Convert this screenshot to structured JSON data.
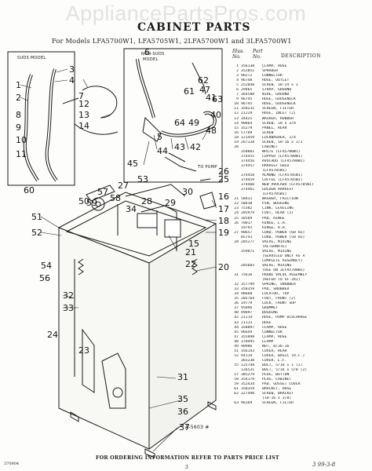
{
  "watermark": "AppliancePartsPros.com",
  "title": "CABINET PARTS",
  "subtitle": "For Models LFA5700W1, LFA5705W1, 2LFA5700W1 and 3LFA5700W1",
  "columns": {
    "illus_no": "Illus.\nNo.",
    "part_no": "Part\nNo.",
    "description": "DESCRIPTION"
  },
  "diagram_labels": {
    "suds_model": "SUDS MODEL",
    "non_suds_model": "NON-SUDS\nMODEL",
    "to_pump": "TO PUMP",
    "figure_code": "A-5603 #",
    "callouts": [
      "1",
      "2",
      "3",
      "4",
      "5",
      "6",
      "7",
      "8",
      "9",
      "10",
      "11",
      "12",
      "13",
      "14",
      "15",
      "16",
      "17",
      "18",
      "19",
      "20",
      "21",
      "22",
      "23",
      "24",
      "25",
      "26",
      "27",
      "28",
      "29",
      "30",
      "31",
      "32",
      "33",
      "34",
      "35",
      "36",
      "37",
      "40",
      "41",
      "42",
      "43",
      "44",
      "45",
      "47",
      "48",
      "49",
      "50",
      "51",
      "52",
      "53",
      "54",
      "56",
      "57",
      "58",
      "59",
      "60",
      "61",
      "62",
      "63",
      "64"
    ]
  },
  "parts": [
    {
      "ref": "1",
      "part": "356138",
      "desc": "CLAMP, HOSE"
    },
    {
      "ref": "2",
      "part": "352851",
      "desc": "SPRADER"
    },
    {
      "ref": "3",
      "part": "96272",
      "desc": "CONNECTOR"
    },
    {
      "ref": "4",
      "part": "96748",
      "desc": "HOSE, OUTLET"
    },
    {
      "ref": "5",
      "part": "252848",
      "desc": "SCREW, 10-24 x 1"
    },
    {
      "ref": "6",
      "part": "29465",
      "desc": "STRAP, GROUND"
    },
    {
      "ref": "7",
      "part": "364588",
      "desc": "WIRE, GROUND"
    },
    {
      "ref": "9",
      "part": "96745",
      "desc": "HOSE, GOOSENECK"
    },
    {
      "ref": "10",
      "part": "96745",
      "desc": "HOSE, GOOSENECK"
    },
    {
      "ref": "11",
      "part": "358231",
      "desc": "SCREEN, FILTER"
    },
    {
      "ref": "12",
      "part": "21229",
      "desc": "HOSE, INLET (2)"
    },
    {
      "ref": "13",
      "part": "34425",
      "desc": "WASHER, RUBBER"
    },
    {
      "ref": "14",
      "part": "90864",
      "desc": "SCREW, 10 x 3/8"
    },
    {
      "ref": "15",
      "part": "35279",
      "desc": "PANEL, REAR"
    },
    {
      "ref": "16",
      "part": "57709",
      "desc": "SCREW"
    },
    {
      "ref": "18",
      "part": "121459",
      "desc": "LOCKWASHER, 1/4"
    },
    {
      "ref": "19",
      "part": "267128",
      "desc": "SCREW, 10-16 x 1/2"
    },
    {
      "ref": "20",
      "part": "",
      "desc": "CABINET"
    },
    {
      "ref": "",
      "part": "358861",
      "desc": "WHITE (LFA5700W1)"
    },
    {
      "ref": "",
      "part": "374455",
      "desc": "COPPER (LFA5700W1)"
    },
    {
      "ref": "",
      "part": "374456",
      "desc": "AVOCADO (LFA5700W1)"
    },
    {
      "ref": "",
      "part": "374457",
      "desc": "HARVEST GOLD"
    },
    {
      "ref": "",
      "part": "",
      "desc": "(LFA5705W1)"
    },
    {
      "ref": "",
      "part": "374458",
      "desc": "ALMOND (LFA5705W1)"
    },
    {
      "ref": "",
      "part": "374459",
      "desc": "COFFEE (LFA5705W1)"
    },
    {
      "ref": "",
      "part": "374460",
      "desc": "NEW AVOCADO (LFA5705W1)"
    },
    {
      "ref": "",
      "part": "374461",
      "desc": "GOLDEN HARVEST"
    },
    {
      "ref": "",
      "part": "",
      "desc": "(LFA5705W1)"
    },
    {
      "ref": "21",
      "part": "58431",
      "desc": "WASHER, FRICTION"
    },
    {
      "ref": "22",
      "part": "58430",
      "desc": "PIN, BUSHING"
    },
    {
      "ref": "23",
      "part": "75382",
      "desc": "LINK, LEVELING"
    },
    {
      "ref": "24",
      "part": "285979",
      "desc": "FOOT, REAR (2)"
    },
    {
      "ref": "25",
      "part": "18569",
      "desc": "PAD, HINGE"
    },
    {
      "ref": "26",
      "part": "70817",
      "desc": "HINGE, L.H."
    },
    {
      "ref": "",
      "part": "19791",
      "desc": "HINGE, R.H."
    },
    {
      "ref": "27",
      "part": "90657",
      "desc": "CORD, POWER (60 HZ)"
    },
    {
      "ref": "",
      "part": "85743",
      "desc": "CORD, POWER (50 HZ)"
    },
    {
      "ref": "28",
      "part": "285277",
      "desc": "VALVE, MIXING"
    },
    {
      "ref": "",
      "part": "",
      "desc": "(ALTERNATE)"
    },
    {
      "ref": "",
      "part": "359071",
      "desc": "VALVE, MIXING"
    },
    {
      "ref": "",
      "part": "",
      "desc": "(SERVICED ONLY AS A"
    },
    {
      "ref": "",
      "part": "",
      "desc": "COMPLETE ASSEMBLY)"
    },
    {
      "ref": "",
      "part": "285603",
      "desc": "VALVE, MIXING"
    },
    {
      "ref": "",
      "part": "",
      "desc": "(USE ON 3LFA5700W1)"
    },
    {
      "ref": "31",
      "part": "75616",
      "desc": "PROBE VALVE ASSEMBLY"
    },
    {
      "ref": "",
      "part": "",
      "desc": "(REFER TO SF-342)"
    },
    {
      "ref": "32",
      "part": "357799",
      "desc": "SPRING, SNUBBER"
    },
    {
      "ref": "33",
      "part": "358359",
      "desc": "PAD, SNUBBER"
    },
    {
      "ref": "34",
      "part": "98668",
      "desc": "LOCATOR, TOP"
    },
    {
      "ref": "35",
      "part": "285764",
      "desc": "FOOT, FRONT (2)"
    },
    {
      "ref": "36",
      "part": "19779",
      "desc": "LOCK, FRONT SOP"
    },
    {
      "ref": "37",
      "part": "95096",
      "desc": "GROMMET"
    },
    {
      "ref": "40",
      "part": "99097",
      "desc": "BUSHING"
    },
    {
      "ref": "42",
      "part": "21114",
      "desc": "HOSE, PUMP DISCHARGE"
    },
    {
      "ref": "43",
      "part": "21113",
      "desc": "HOSE"
    },
    {
      "ref": "44",
      "part": "358097",
      "desc": "CLAMP, HOSE"
    },
    {
      "ref": "45",
      "part": "96649",
      "desc": "CONNECTOR"
    },
    {
      "ref": "47",
      "part": "355098",
      "desc": "CLAMP, HOSE"
    },
    {
      "ref": "48",
      "part": "370495",
      "desc": "CLAMP"
    },
    {
      "ref": "49",
      "part": "90906",
      "desc": "NUT, 8/36-16"
    },
    {
      "ref": "51",
      "part": "356143",
      "desc": "COVER, REAR"
    },
    {
      "ref": "52",
      "part": "94114",
      "desc": "COVER, BASIC (R.F.)"
    },
    {
      "ref": "",
      "part": "365230",
      "desc": "COVER, L.F."
    },
    {
      "ref": "55",
      "part": "125748",
      "desc": "BOLT, 5/16 x 1 (2)"
    },
    {
      "ref": "",
      "part": "126531",
      "desc": "BOLT, 5/16 x 5/8 (2)"
    },
    {
      "ref": "57",
      "part": "385279",
      "desc": "PLUG, BUTTON"
    },
    {
      "ref": "58",
      "part": "354179",
      "desc": "PLUG, CABINET"
    },
    {
      "ref": "59",
      "part": "352434",
      "desc": "PAD, GUSSET COVER"
    },
    {
      "ref": "61",
      "part": "358359",
      "desc": "BRACKET, HOSE"
    },
    {
      "ref": "62",
      "part": "327490",
      "desc": "SCREW, BRACKET"
    },
    {
      "ref": "",
      "part": "",
      "desc": "(10-16 x 3/8)"
    },
    {
      "ref": "63",
      "part": "96169",
      "desc": "SCREEN, FILTER"
    }
  ],
  "footnote": "FOR ORDERING INFORMATION REFER TO PARTS PRICE LIST",
  "page_number": "3",
  "doc_code": "370904",
  "signature": "3 99-3-8"
}
